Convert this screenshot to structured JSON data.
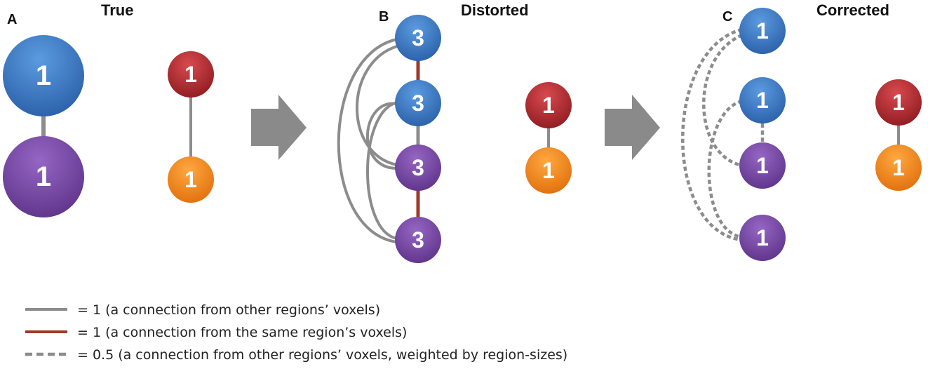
{
  "colors": {
    "blue": "#3a78c4",
    "purple": "#7b4aa8",
    "red": "#b3262c",
    "orange": "#f28a1c",
    "gray_line": "#8c8c8c",
    "red_line": "#a0392a",
    "arrow": "#8a8a8a"
  },
  "panels": {
    "a": {
      "letter": "A",
      "title": "True"
    },
    "b": {
      "letter": "B",
      "title": "Distorted"
    },
    "c": {
      "letter": "C",
      "title": "Corrected"
    }
  },
  "nodes": {
    "a_blue": "1",
    "a_purple": "1",
    "a_red": "1",
    "a_orange": "1",
    "b_blue1": "3",
    "b_blue2": "3",
    "b_purple1": "3",
    "b_purple2": "3",
    "b_red": "1",
    "b_orange": "1",
    "c_blue1": "1",
    "c_blue2": "1",
    "c_purple1": "1",
    "c_purple2": "1",
    "c_red": "1",
    "c_orange": "1"
  },
  "legend": {
    "solid_gray": "= 1 (a connection from other regions’ voxels)",
    "solid_red": "= 1 (a connection from the same region’s voxels)",
    "dashed_gray": "= 0.5 (a connection from other regions’ voxels, weighted by region-sizes)"
  }
}
